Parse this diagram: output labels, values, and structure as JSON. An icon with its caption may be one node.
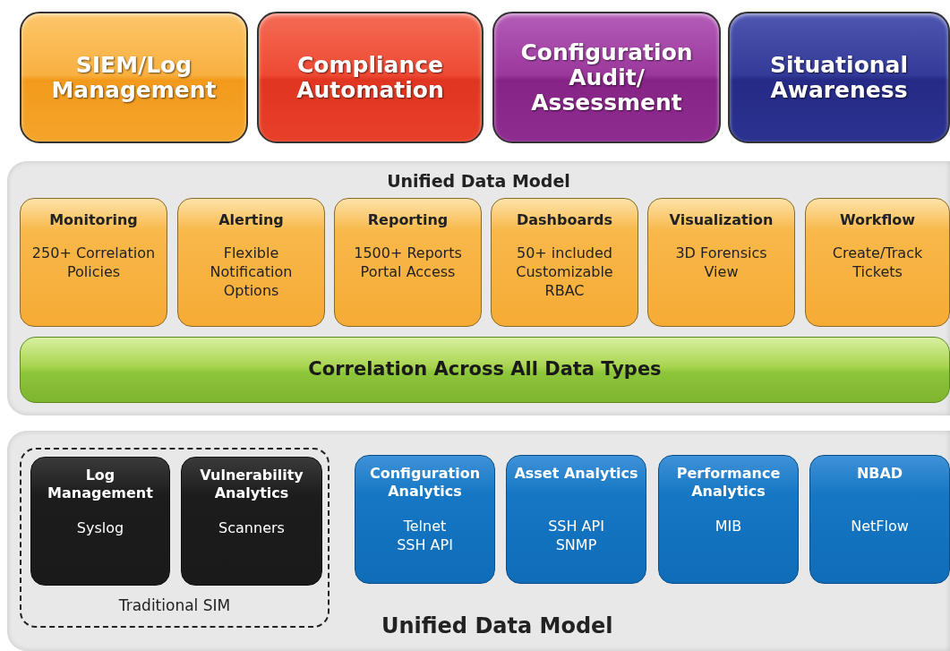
{
  "diagram": {
    "nodes": [
      {
        "text": [
          "SIEM/Log Management"
        ]
      },
      {
        "text": [
          "Compliance Automation"
        ]
      },
      {
        "text": [
          "Configuration Audit/ Assessment"
        ]
      },
      {
        "text": [
          "Situational Awareness"
        ]
      },
      {
        "text": [
          "Unified Data Model"
        ]
      },
      {
        "text": [
          "Monitoring",
          "250+ Correlation Policies"
        ],
        "in": 4
      },
      {
        "text": [
          "Alerting",
          "Flexible Notification Options"
        ],
        "in": 4
      },
      {
        "text": [
          "Reporting",
          "1500+ Reports Portal Access"
        ],
        "in": 4
      },
      {
        "text": [
          "Dashboards",
          "50+ included Customizable RBAC"
        ],
        "in": 4
      },
      {
        "text": [
          "Visualization",
          "3D Forensics View"
        ],
        "in": 4
      },
      {
        "text": [
          "Workflow",
          "Create/Track Tickets"
        ],
        "in": 4
      },
      {
        "text": [
          "Correlation Across All Data Types"
        ],
        "in": 4
      },
      {
        "text": [
          "Unified Data Model"
        ]
      },
      {
        "text": [
          "Traditional SIM"
        ],
        "in": 12
      },
      {
        "text": [
          "Log Management",
          "Syslog"
        ],
        "in": 13
      },
      {
        "text": [
          "Vulnerability Analytics",
          "Scanners"
        ],
        "in": 13
      },
      {
        "text": [
          "Configuration Analytics",
          "Telnet SSH API"
        ],
        "in": 12
      },
      {
        "text": [
          "Asset Analytics",
          "SSH API SNMP"
        ],
        "in": 12
      },
      {
        "text": [
          "Performance Analytics",
          "MIB"
        ],
        "in": 12
      },
      {
        "text": [
          "NBAD",
          "NetFlow"
        ],
        "in": 12
      }
    ],
    "edges": []
  }
}
